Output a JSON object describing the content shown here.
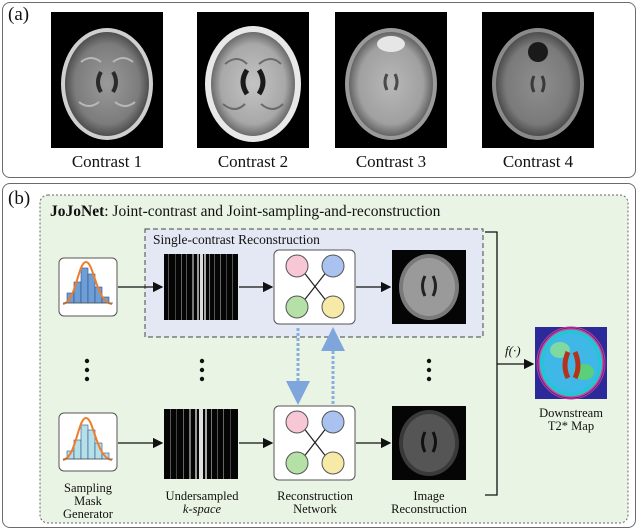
{
  "panel_a": {
    "label": "(a)",
    "contrasts": [
      "Contrast 1",
      "Contrast 2",
      "Contrast 3",
      "Contrast 4"
    ]
  },
  "panel_b": {
    "label": "(b)",
    "title_bold": "JoJoNet",
    "title_rest": ": Joint-contrast and Joint-sampling-and-reconstruction",
    "single_contrast_label": "Single-contrast Reconstruction",
    "function_label": "f(·)",
    "downstream_label_1": "Downstream",
    "downstream_label_2": "T2* Map",
    "col_labels": {
      "sampling_1": "Sampling",
      "sampling_2": "Mask",
      "sampling_3": "Generator",
      "undersampled_1": "Undersampled",
      "undersampled_2": "k-space",
      "recon_net_1": "Reconstruction",
      "recon_net_2": "Network",
      "image_recon_1": "Image",
      "image_recon_2": "Reconstruction"
    },
    "ellipsis": "⋮"
  },
  "colors": {
    "panel_bg": "#eaf4e4",
    "single_box_bg": "#e3e8f4",
    "node_pink": "#f7c7d6",
    "node_blue": "#a9c2f0",
    "node_green": "#b5e0a6",
    "node_yellow": "#f6eaa6",
    "link_arrow": "#8aaede",
    "hist_bar": "#6d9fd6",
    "hist_curve": "#ef7d2a"
  }
}
